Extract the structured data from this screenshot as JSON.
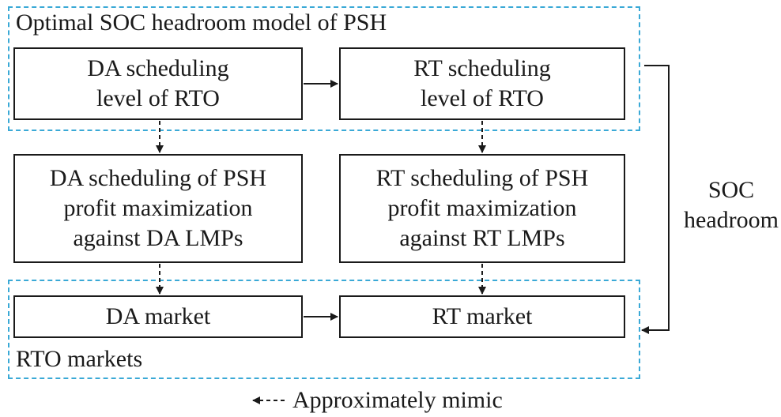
{
  "groups": {
    "top": {
      "label": "Optimal SOC headroom model of PSH"
    },
    "bottom": {
      "label": "RTO markets"
    }
  },
  "nodes": {
    "da_level": {
      "lines": [
        "DA scheduling",
        "level of RTO"
      ]
    },
    "rt_level": {
      "lines": [
        "RT scheduling",
        "level of RTO"
      ]
    },
    "da_psh": {
      "lines": [
        "DA scheduling of PSH",
        "profit maximization",
        "against DA LMPs"
      ]
    },
    "rt_psh": {
      "lines": [
        "RT scheduling of PSH",
        "profit maximization",
        "against RT LMPs"
      ]
    },
    "da_market": {
      "lines": [
        "DA market"
      ]
    },
    "rt_market": {
      "lines": [
        "RT market"
      ]
    }
  },
  "side_label": {
    "lines": [
      "SOC",
      "headroom"
    ]
  },
  "legend": {
    "text": "Approximately mimic"
  },
  "colors": {
    "dashed_group": "#3aa9d6",
    "stroke": "#1a1a1a"
  }
}
